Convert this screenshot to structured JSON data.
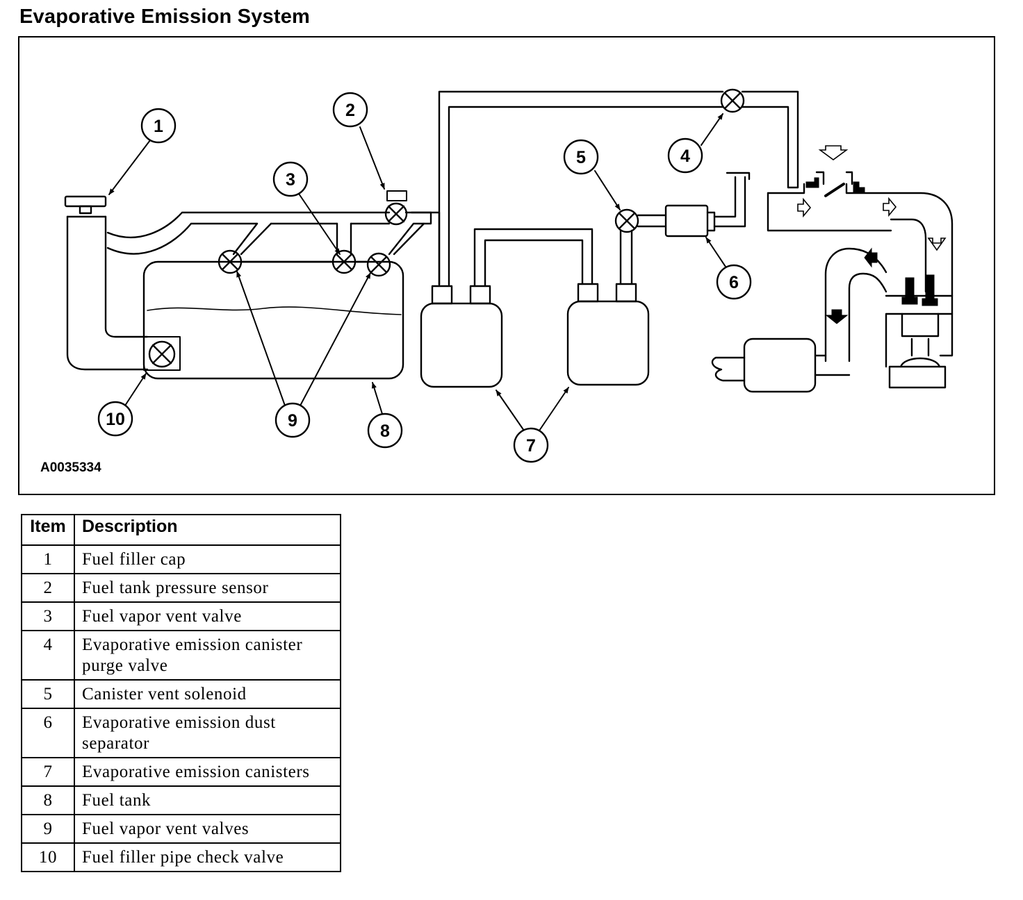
{
  "title": "Evaporative Emission System",
  "figure_id": "A0035334",
  "callouts": [
    "1",
    "2",
    "3",
    "4",
    "5",
    "6",
    "7",
    "8",
    "9",
    "10"
  ],
  "table": {
    "headers": [
      "Item",
      "Description"
    ],
    "rows": [
      {
        "item": "1",
        "description": "Fuel filler cap"
      },
      {
        "item": "2",
        "description": "Fuel tank pressure sensor"
      },
      {
        "item": "3",
        "description": "Fuel vapor vent valve"
      },
      {
        "item": "4",
        "description": "Evaporative emission canister purge valve"
      },
      {
        "item": "5",
        "description": "Canister vent solenoid"
      },
      {
        "item": "6",
        "description": "Evaporative emission dust separator"
      },
      {
        "item": "7",
        "description": "Evaporative emission canisters"
      },
      {
        "item": "8",
        "description": "Fuel tank"
      },
      {
        "item": "9",
        "description": "Fuel vapor vent valves"
      },
      {
        "item": "10",
        "description": "Fuel filler pipe check valve"
      }
    ]
  }
}
